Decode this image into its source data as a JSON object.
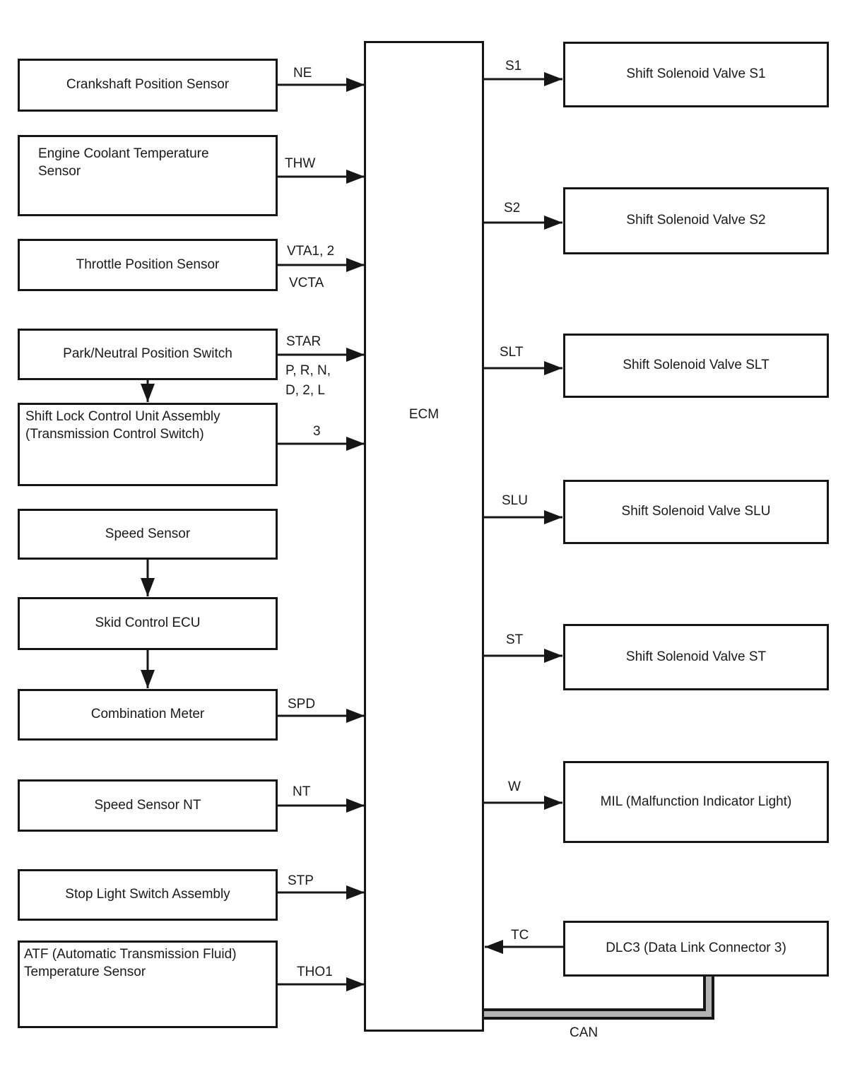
{
  "diagram": {
    "ecm": {
      "label": "ECM"
    },
    "inputs": [
      {
        "label": "Crankshaft Position Sensor",
        "signal": "NE"
      },
      {
        "label": "Engine Coolant Temperature\nSensor",
        "signal": "THW"
      },
      {
        "label": "Throttle Position Sensor",
        "signal_top": "VTA1, 2",
        "signal_bottom": "VCTA"
      },
      {
        "label": "Park/Neutral Position Switch",
        "signal": "STAR",
        "signal_detail": "P, R, N,\nD, 2, L"
      },
      {
        "label": "Shift Lock Control Unit Assembly\n(Transmission Control Switch)",
        "signal": "3"
      },
      {
        "label": "Speed Sensor"
      },
      {
        "label": "Skid Control ECU"
      },
      {
        "label": "Combination Meter",
        "signal": "SPD"
      },
      {
        "label": "Speed Sensor NT",
        "signal": "NT"
      },
      {
        "label": "Stop Light Switch Assembly",
        "signal": "STP"
      },
      {
        "label": "ATF (Automatic Transmission Fluid)\nTemperature Sensor",
        "signal": "THO1"
      }
    ],
    "outputs": [
      {
        "label": "Shift Solenoid Valve S1",
        "signal": "S1"
      },
      {
        "label": "Shift Solenoid Valve S2",
        "signal": "S2"
      },
      {
        "label": "Shift Solenoid Valve SLT",
        "signal": "SLT"
      },
      {
        "label": "Shift Solenoid Valve SLU",
        "signal": "SLU"
      },
      {
        "label": "Shift Solenoid Valve ST",
        "signal": "ST"
      },
      {
        "label": "MIL (Malfunction Indicator Light)",
        "signal": "W"
      },
      {
        "label": "DLC3 (Data Link Connector 3)",
        "signal": "TC"
      }
    ],
    "bus": {
      "label": "CAN"
    }
  },
  "colors": {
    "line": "#161616",
    "bus_core": "#b3b3b3",
    "background": "#ffffff"
  }
}
